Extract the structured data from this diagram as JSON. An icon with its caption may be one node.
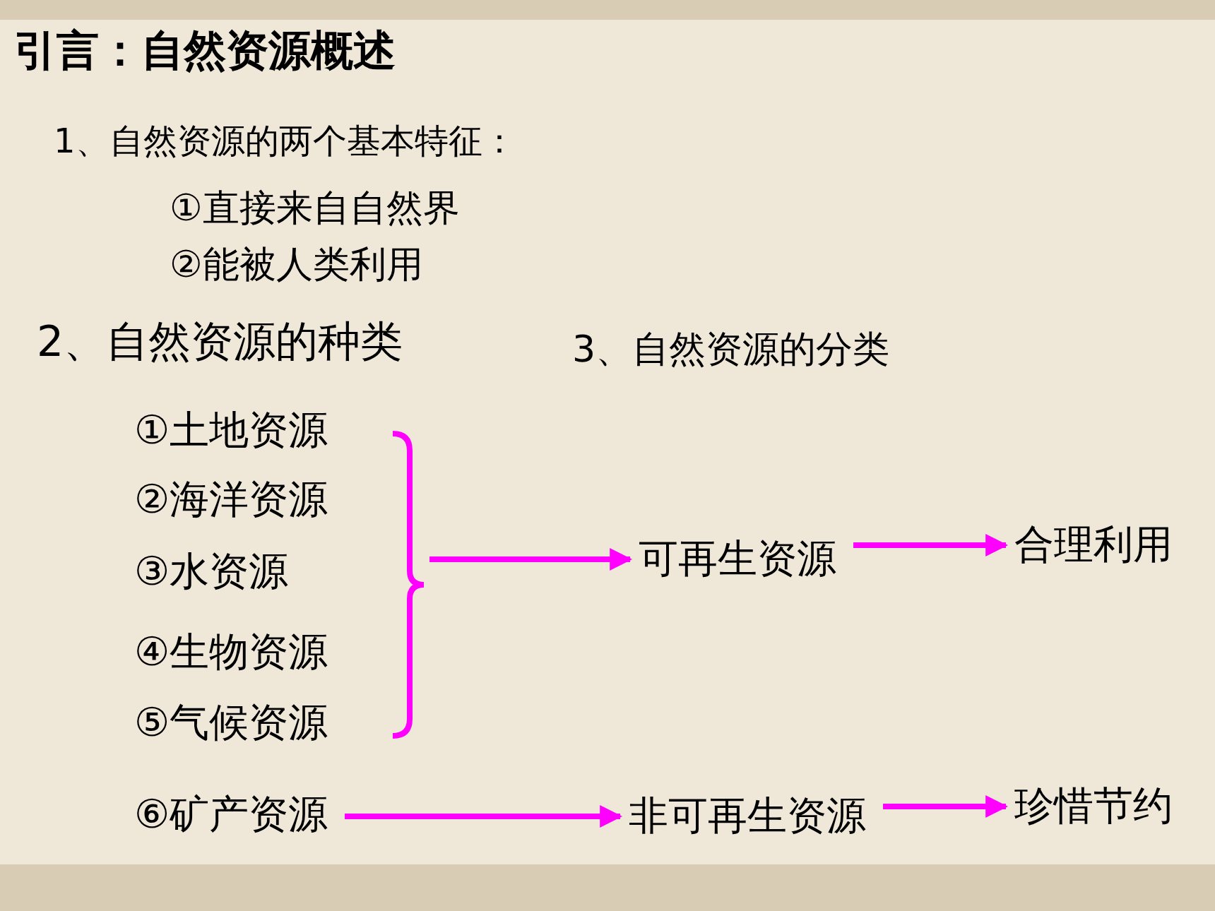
{
  "diagram": {
    "title": "引言：自然资源概述",
    "nodes": [
      {
        "text": [
          "①土地资源"
        ]
      },
      {
        "text": [
          "②海洋资源"
        ]
      },
      {
        "text": [
          "③水资源"
        ]
      },
      {
        "text": [
          "④生物资源"
        ]
      },
      {
        "text": [
          "⑤气候资源"
        ]
      },
      {
        "text": [],
        "shape": "bracket"
      },
      {
        "text": [
          "⑥矿产资源"
        ]
      },
      {
        "text": [
          "可再生资源"
        ]
      },
      {
        "text": [
          "合理利用"
        ]
      },
      {
        "text": [
          "非可再生资源"
        ]
      },
      {
        "text": [
          "珍惜节约"
        ]
      }
    ],
    "edges": [
      {
        "from": 5,
        "to": 7,
        "arrow": "to"
      },
      {
        "from": 7,
        "to": 8,
        "arrow": "to"
      },
      {
        "from": 6,
        "to": 9,
        "arrow": "to"
      },
      {
        "from": 9,
        "to": 10,
        "arrow": "to"
      }
    ],
    "labels": [
      "1、自然资源的两个基本特征：",
      "①直接来自自然界",
      "②能被人类利用",
      "2、自然资源的种类",
      "3、自然资源的分类"
    ]
  }
}
